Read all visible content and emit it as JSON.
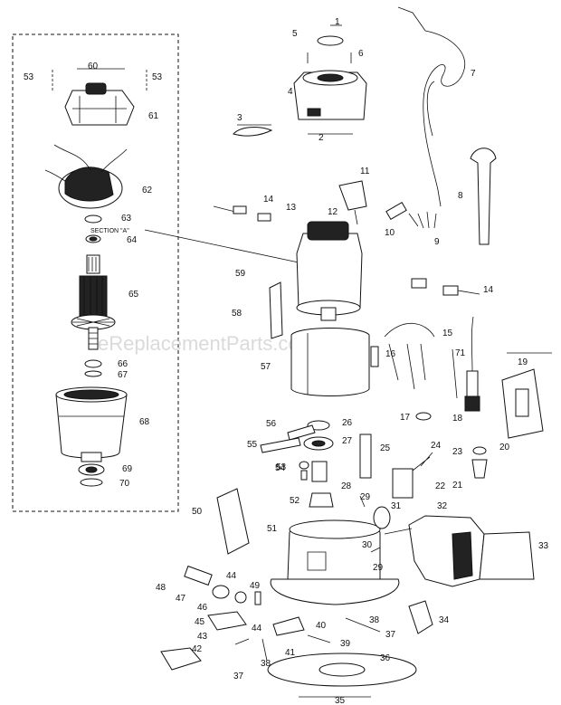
{
  "watermark": "eReplacementParts.com",
  "section_label": "SECTION \"A\"",
  "part_numbers": [
    "1",
    "2",
    "3",
    "4",
    "5",
    "6",
    "7",
    "8",
    "9",
    "10",
    "11",
    "12",
    "13",
    "14",
    "14",
    "15",
    "16",
    "17",
    "18",
    "19",
    "20",
    "21",
    "22",
    "23",
    "24",
    "25",
    "26",
    "27",
    "28",
    "29",
    "29",
    "30",
    "31",
    "32",
    "33",
    "34",
    "35",
    "36",
    "37",
    "37",
    "38",
    "38",
    "39",
    "40",
    "41",
    "42",
    "43",
    "44",
    "44",
    "45",
    "46",
    "47",
    "48",
    "49",
    "50",
    "51",
    "52",
    "53",
    "53",
    "53",
    "54",
    "55",
    "56",
    "57",
    "58",
    "59",
    "60",
    "61",
    "62",
    "63",
    "64",
    "65",
    "66",
    "67",
    "68",
    "69",
    "70",
    "71"
  ]
}
